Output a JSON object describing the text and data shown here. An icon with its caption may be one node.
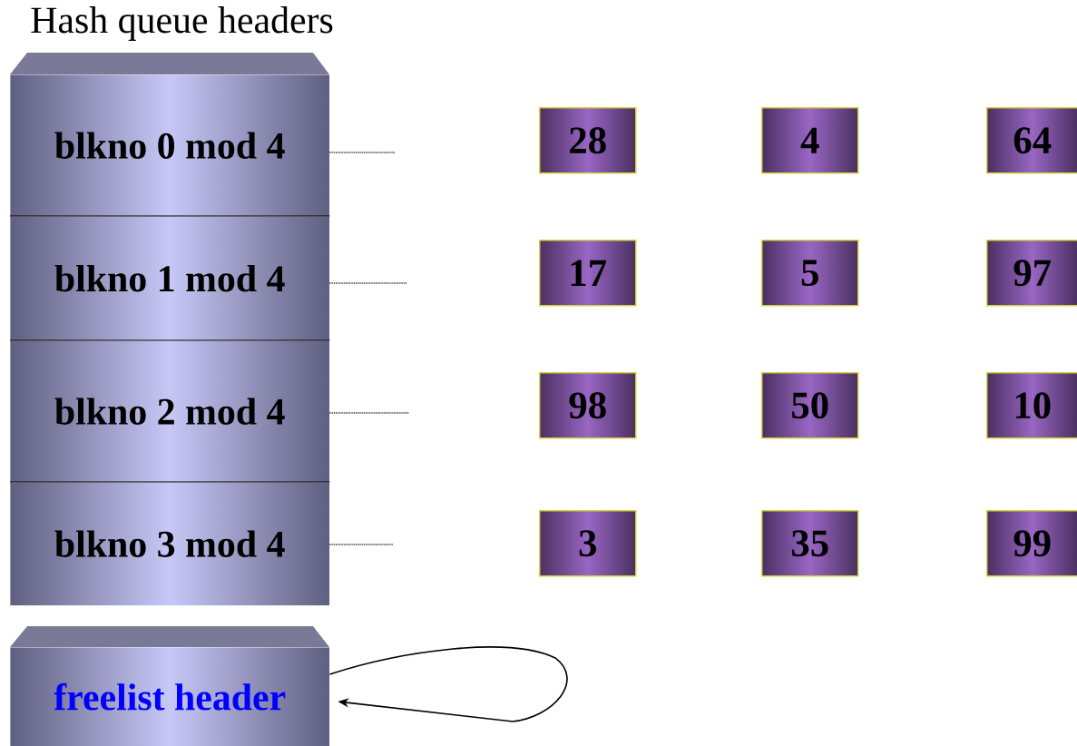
{
  "diagram": {
    "title": "Hash queue headers",
    "nodes": [
      {
        "text": [
          "blkno 0 mod 4"
        ]
      },
      {
        "text": [
          "blkno 1 mod 4"
        ]
      },
      {
        "text": [
          "blkno 2 mod 4"
        ]
      },
      {
        "text": [
          "blkno 3 mod 4"
        ]
      },
      {
        "text": [
          "28"
        ]
      },
      {
        "text": [
          "4"
        ]
      },
      {
        "text": [
          "64"
        ]
      },
      {
        "text": [
          "17"
        ]
      },
      {
        "text": [
          "5"
        ]
      },
      {
        "text": [
          "97"
        ]
      },
      {
        "text": [
          "98"
        ]
      },
      {
        "text": [
          "50"
        ]
      },
      {
        "text": [
          "10"
        ]
      },
      {
        "text": [
          "3"
        ]
      },
      {
        "text": [
          "35"
        ]
      },
      {
        "text": [
          "99"
        ]
      },
      {
        "text": [
          "freelist header"
        ]
      }
    ],
    "edges": [
      {
        "from": 0,
        "to": null,
        "arrow": "none",
        "style": "dashed"
      },
      {
        "from": 1,
        "to": null,
        "arrow": "none",
        "style": "dashed"
      },
      {
        "from": 2,
        "to": null,
        "arrow": "none",
        "style": "dashed"
      },
      {
        "from": 3,
        "to": null,
        "arrow": "none",
        "style": "dashed"
      },
      {
        "from": 16,
        "to": 16,
        "arrow": "to"
      }
    ]
  }
}
